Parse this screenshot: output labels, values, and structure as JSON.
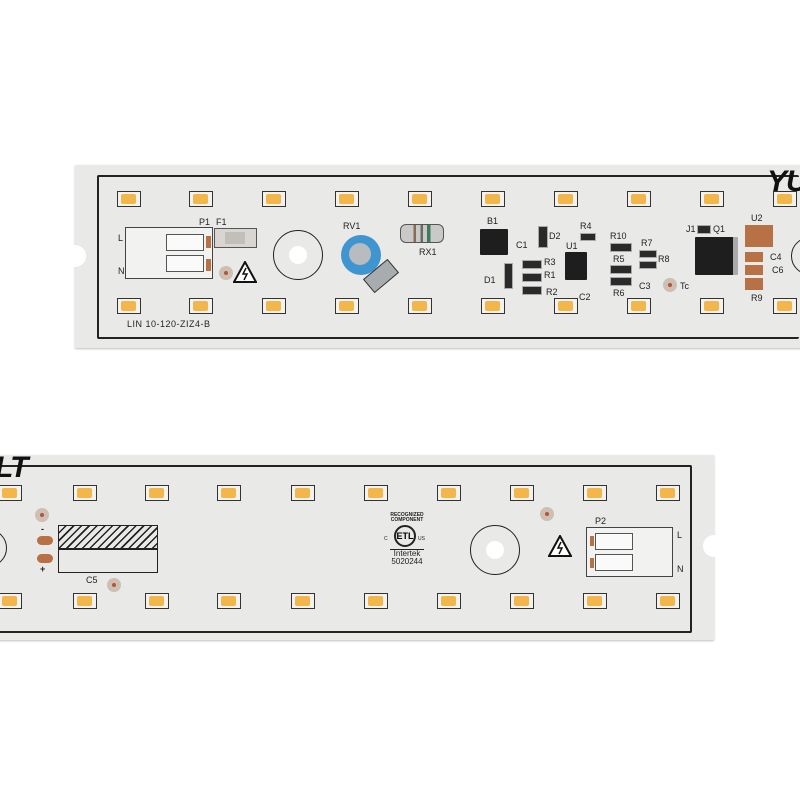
{
  "image": {
    "description": "Two white aluminium LED PCB strips with warm-white SMD LEDs and driver components",
    "background_color": "#ffffff",
    "led_color": "#f3b64a",
    "pcb_color": "#e9e9e7"
  },
  "top_board": {
    "part_number": "LIN 10-120-ZIZ4-B",
    "logo_fragment": "YU",
    "connector": {
      "ref": "P1",
      "pin_l": "L",
      "pin_n": "N"
    },
    "fuse_ref": "F1",
    "varistor_ref": "RV1",
    "resistor_rx_ref": "RX1",
    "bridge_ref": "B1",
    "labels": {
      "c1": "C1",
      "d1": "D1",
      "d2": "D2",
      "r1": "R1",
      "r2": "R2",
      "r3": "R3",
      "r4": "R4",
      "u1": "U1",
      "c2": "C2",
      "r5": "R5",
      "r6": "R6",
      "r7": "R7",
      "r8": "R8",
      "r10": "R10",
      "c3": "C3",
      "tc": "Tc",
      "j1": "J1",
      "q1": "Q1",
      "u2": "U2",
      "c4": "C4",
      "c6": "C6",
      "r9": "R9"
    },
    "led_count_visible": 20
  },
  "bottom_board": {
    "logo_fragment": "LT",
    "capacitor_ref": "C5",
    "polarity_minus": "-",
    "polarity_plus": "+",
    "certification": {
      "line1": "RECOGNIZED",
      "line2": "COMPONENT",
      "mark": "ETL",
      "left": "C",
      "right": "US",
      "lab": "Intertek",
      "number": "5020244"
    },
    "connector": {
      "ref": "P2",
      "pin_l": "L",
      "pin_n": "N"
    },
    "led_count_visible": 18
  }
}
